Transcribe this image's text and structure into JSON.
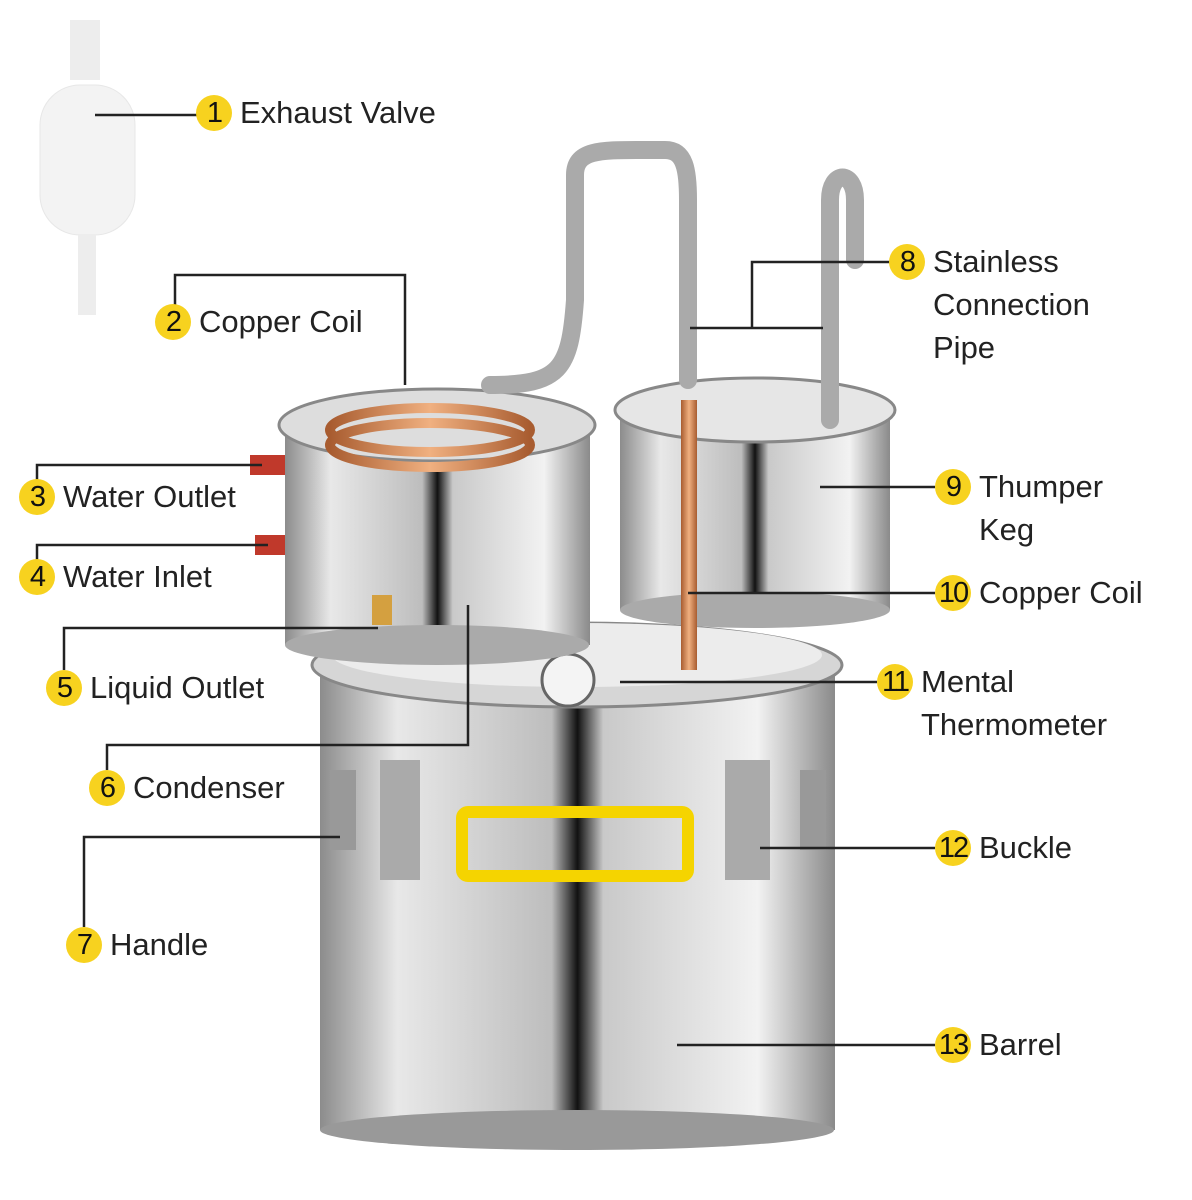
{
  "parts": [
    {
      "number": "1",
      "label": "Exhaust Valve"
    },
    {
      "number": "2",
      "label": "Copper Coil"
    },
    {
      "number": "3",
      "label": "Water Outlet"
    },
    {
      "number": "4",
      "label": "Water Inlet"
    },
    {
      "number": "5",
      "label": "Liquid Outlet"
    },
    {
      "number": "6",
      "label": "Condenser"
    },
    {
      "number": "7",
      "label": "Handle"
    },
    {
      "number": "8",
      "label": "Stainless\nConnection\nPipe"
    },
    {
      "number": "9",
      "label": "Thumper\nKeg"
    },
    {
      "number": "10",
      "label": "Copper Coil"
    },
    {
      "number": "11",
      "label": "Mental\nThermometer"
    },
    {
      "number": "12",
      "label": "Buckle"
    },
    {
      "number": "13",
      "label": "Barrel"
    }
  ],
  "colors": {
    "badge": "#f7d21f",
    "leader": "#222222",
    "steel": "#c8c8c8",
    "copper": "#c8804f"
  }
}
